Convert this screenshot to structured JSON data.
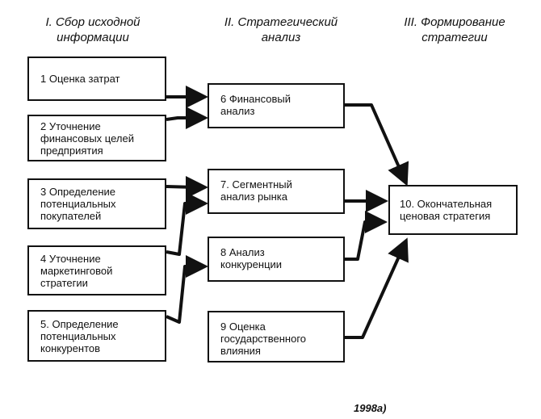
{
  "headers": {
    "col1": "I. Сбор исходной\nинформации",
    "col2": "II. Стратегический\nанализ",
    "col3": "III. Формирование\nстратегии"
  },
  "boxes": {
    "b1": "1  Оценка затрат",
    "b2": "2  Уточнение\nфинансовых целей\nпредприятия",
    "b3": "3  Определение\nпотенциальных\nпокупателей",
    "b4": "4  Уточнение\nмаркетинговой\nстратегии",
    "b5": "5. Определение\nпотенциальных\nконкурентов",
    "b6": "6  Финансовый\nанализ",
    "b7": "7. Сегментный\nанализ рынка",
    "b8": "8  Анализ\nконкуренции",
    "b9": "9  Оценка\nгосударственного\nвлияния",
    "b10": "10. Окончательная\nценовая стратегия"
  },
  "footer": "1998а)",
  "colors": {
    "line": "#111111",
    "background": "#ffffff"
  }
}
